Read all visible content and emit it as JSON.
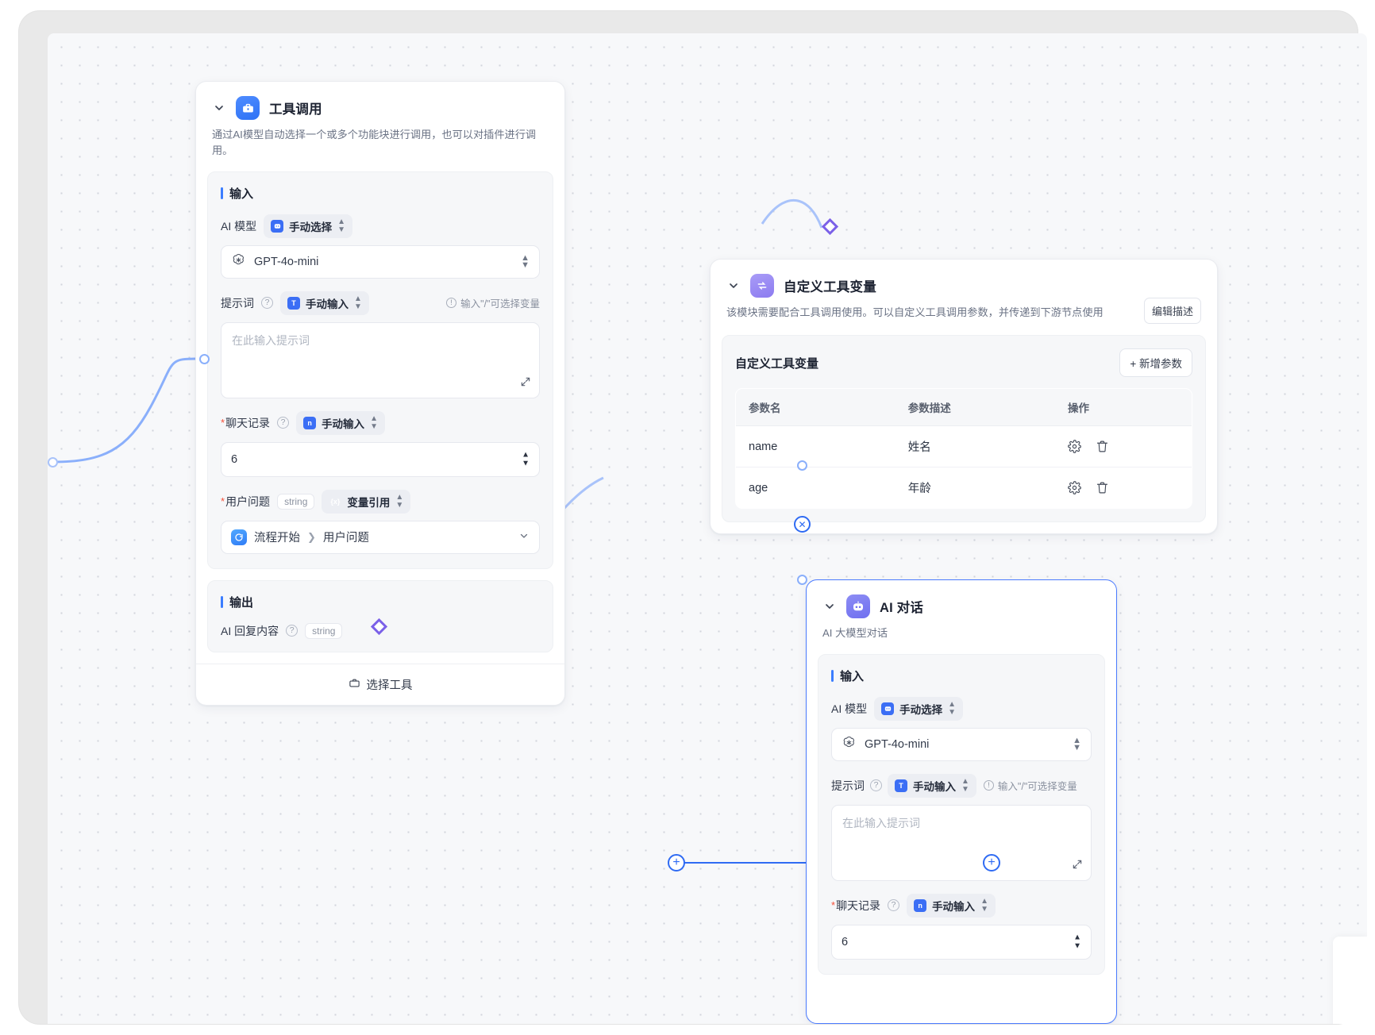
{
  "nodes": {
    "tool_call": {
      "title": "工具调用",
      "icon": "toolbox-icon",
      "description": "通过AI模型自动选择一个或多个功能块进行调用，也可以对插件进行调用。",
      "input_section_label": "输入",
      "output_section_label": "输出",
      "fields": {
        "ai_model_label": "AI 模型",
        "ai_model_mode": "手动选择",
        "ai_model_value": "GPT-4o-mini",
        "prompt_label": "提示词",
        "prompt_mode": "手动输入",
        "prompt_hint": "输入\"/\"可选择变量",
        "prompt_placeholder": "在此输入提示词",
        "history_label": "聊天记录",
        "history_mode": "手动输入",
        "history_value": "6",
        "question_label": "用户问题",
        "question_type": "string",
        "question_mode": "变量引用",
        "question_ref_source": "流程开始",
        "question_ref_field": "用户问题"
      },
      "output": {
        "label": "AI 回复内容",
        "type": "string"
      },
      "footer_button": "选择工具"
    },
    "tool_vars": {
      "title": "自定义工具变量",
      "icon": "variable-swap-icon",
      "description": "该模块需要配合工具调用使用。可以自定义工具调用参数，并传递到下游节点使用",
      "edit_desc_button": "编辑描述",
      "panel_title": "自定义工具变量",
      "add_button": "+ 新增参数",
      "table": {
        "columns": [
          "参数名",
          "参数描述",
          "操作"
        ],
        "rows": [
          {
            "name": "name",
            "desc": "姓名"
          },
          {
            "name": "age",
            "desc": "年龄"
          }
        ]
      }
    },
    "ai_chat": {
      "title": "AI 对话",
      "icon": "robot-icon",
      "description": "AI 大模型对话",
      "input_section_label": "输入",
      "fields": {
        "ai_model_label": "AI 模型",
        "ai_model_mode": "手动选择",
        "ai_model_value": "GPT-4o-mini",
        "prompt_label": "提示词",
        "prompt_mode": "手动输入",
        "prompt_hint": "输入\"/\"可选择变量",
        "prompt_placeholder": "在此输入提示词",
        "history_label": "聊天记录",
        "history_mode": "手动输入",
        "history_value": "6"
      }
    }
  },
  "colors": {
    "accent_blue": "#3b7dff",
    "edge_blue": "#8aaffb",
    "diamond_purple": "#7b61e8",
    "required_red": "#f5503a",
    "canvas_bg": "#f7f8fa"
  }
}
